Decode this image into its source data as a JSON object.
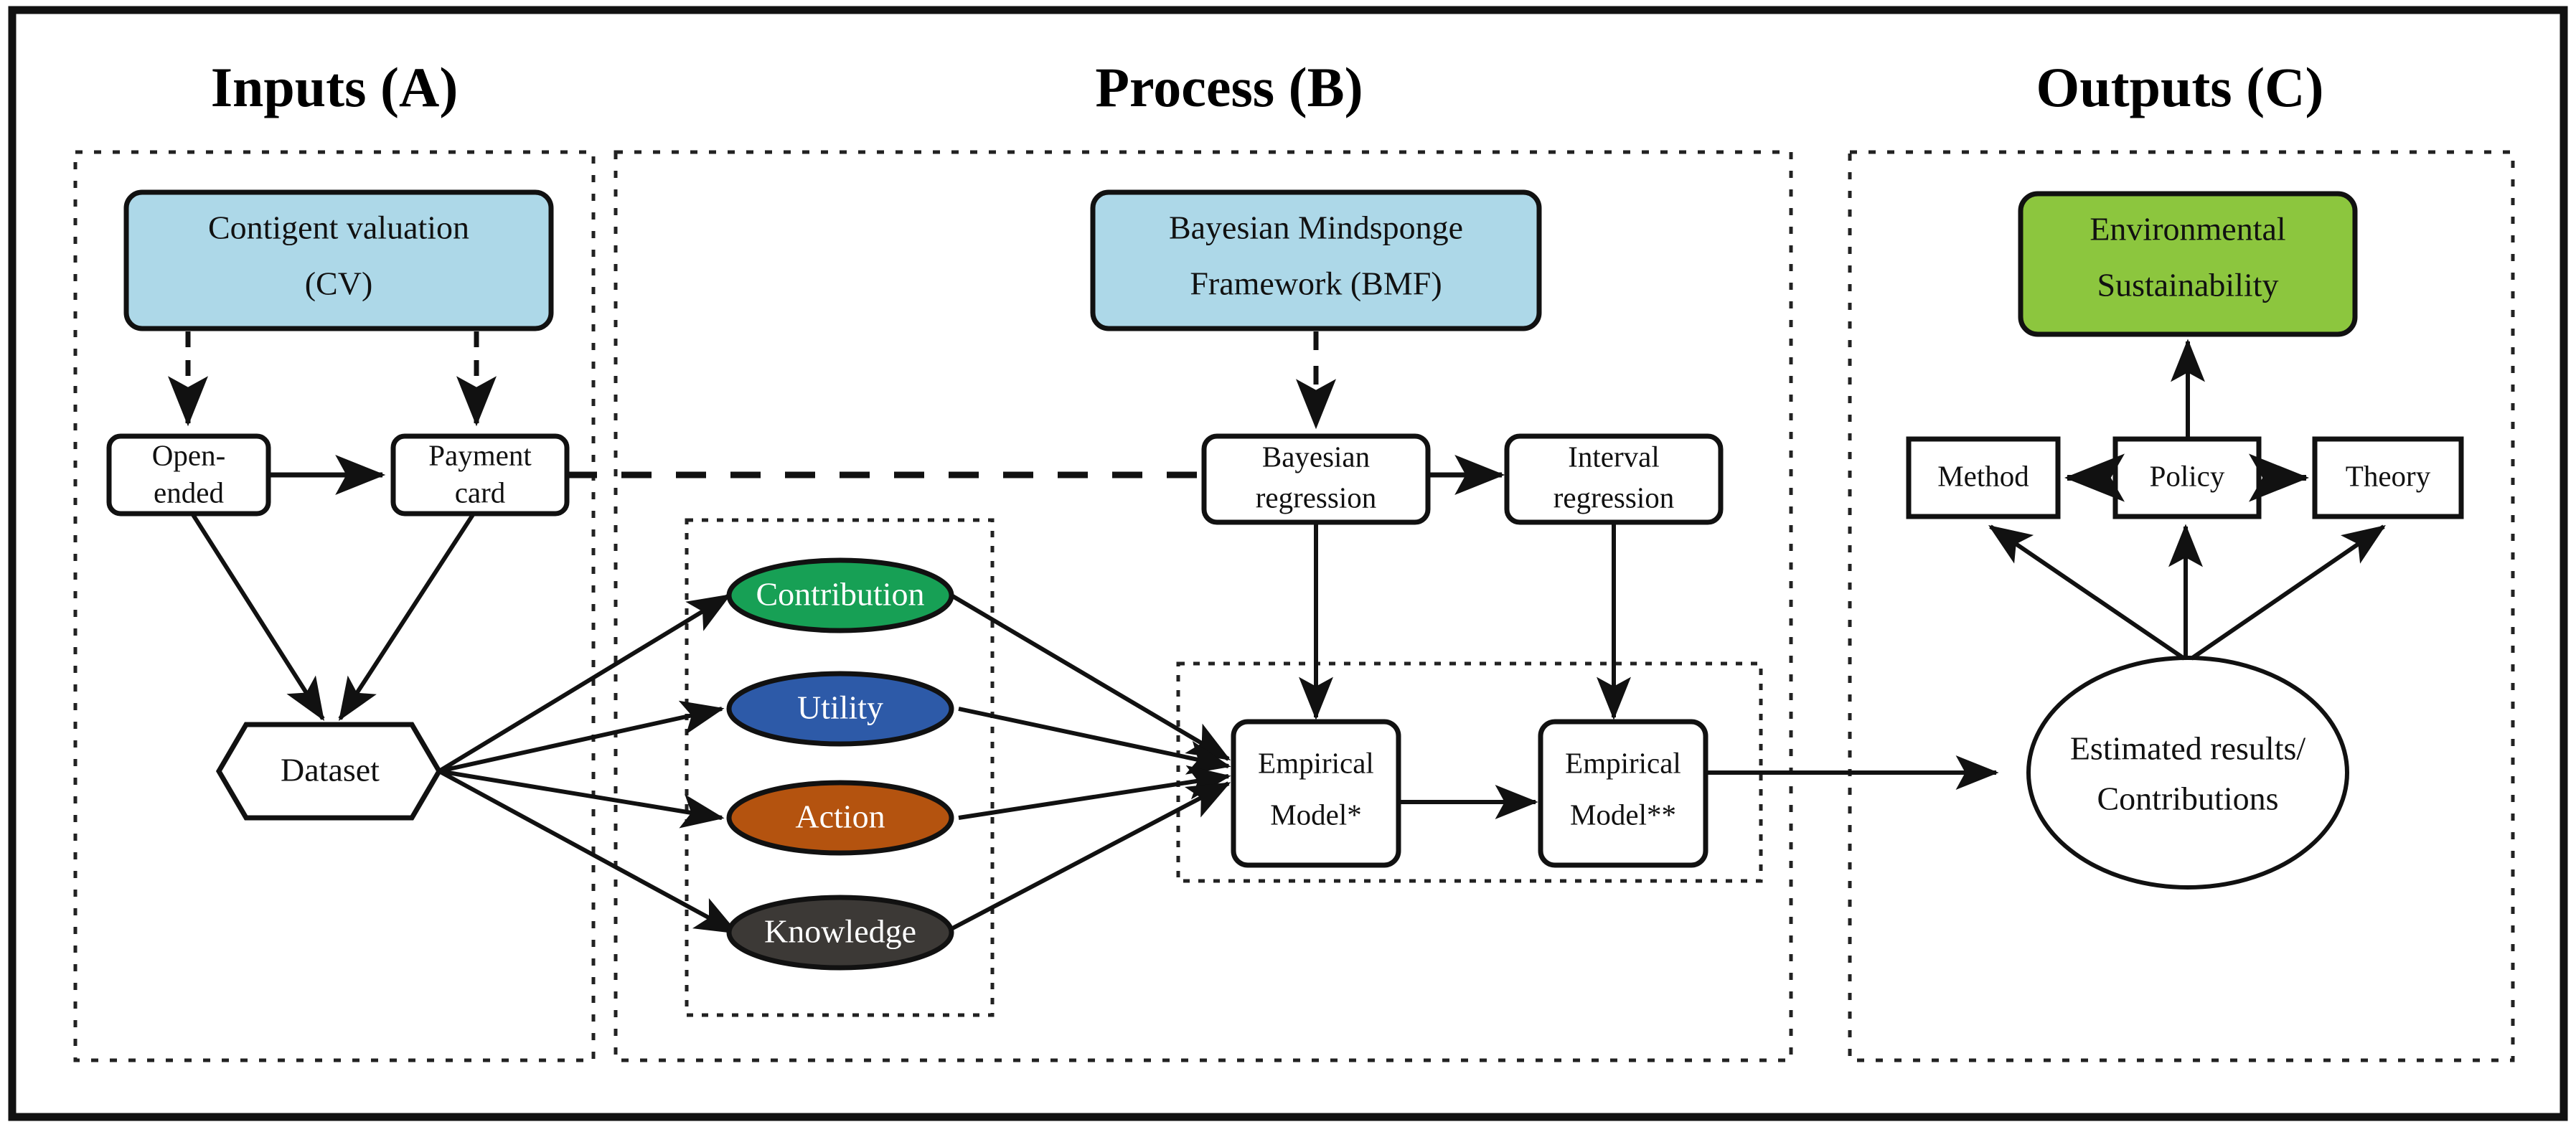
{
  "figure": {
    "kind": "flow-diagram",
    "title_absent": true
  },
  "sections": [
    {
      "id": "inputs",
      "title": "Inputs (A)"
    },
    {
      "id": "process",
      "title": "Process (B)"
    },
    {
      "id": "outputs",
      "title": "Outputs (C)"
    }
  ],
  "nodes": {
    "cv": {
      "label_line1": "Contigent valuation",
      "label_line2": "(CV)",
      "fill": "#add8e8",
      "shape": "rounded-rect"
    },
    "open_ended": {
      "label_line1": "Open-",
      "label_line2": "ended",
      "fill": "#ffffff",
      "shape": "rounded-rect"
    },
    "payment_card": {
      "label_line1": "Payment",
      "label_line2": "card",
      "fill": "#ffffff",
      "shape": "rounded-rect"
    },
    "dataset": {
      "label_line1": "Dataset",
      "label_line2": "",
      "fill": "#ffffff",
      "shape": "hexagon"
    },
    "contribution": {
      "label_line1": "Contribution",
      "label_line2": "",
      "fill": "#17a055",
      "shape": "ellipse",
      "text_color": "#ffffff"
    },
    "utility": {
      "label_line1": "Utility",
      "label_line2": "",
      "fill": "#2d5aa8",
      "shape": "ellipse",
      "text_color": "#ffffff"
    },
    "action": {
      "label_line1": "Action",
      "label_line2": "",
      "fill": "#b4530f",
      "shape": "ellipse",
      "text_color": "#ffffff"
    },
    "knowledge": {
      "label_line1": "Knowledge",
      "label_line2": "",
      "fill": "#3c3936",
      "shape": "ellipse",
      "text_color": "#ffffff"
    },
    "bmf": {
      "label_line1": "Bayesian Mindsponge",
      "label_line2": "Framework (BMF)",
      "fill": "#add8e8",
      "shape": "rounded-rect"
    },
    "bayes_reg": {
      "label_line1": "Bayesian",
      "label_line2": "regression",
      "fill": "#ffffff",
      "shape": "rounded-rect"
    },
    "interval_reg": {
      "label_line1": "Interval",
      "label_line2": "regression",
      "fill": "#ffffff",
      "shape": "rounded-rect"
    },
    "emp_model_1": {
      "label_line1": "Empirical",
      "label_line2": "Model*",
      "fill": "#ffffff",
      "shape": "rounded-rect"
    },
    "emp_model_2": {
      "label_line1": "Empirical",
      "label_line2": "Model**",
      "fill": "#ffffff",
      "shape": "rounded-rect"
    },
    "env_sust": {
      "label_line1": "Environmental",
      "label_line2": "Sustainability",
      "fill": "#8cc63e",
      "shape": "rounded-rect"
    },
    "method": {
      "label_line1": "Method",
      "label_line2": "",
      "fill": "#ffffff",
      "shape": "rect"
    },
    "policy": {
      "label_line1": "Policy",
      "label_line2": "",
      "fill": "#ffffff",
      "shape": "rect"
    },
    "theory": {
      "label_line1": "Theory",
      "label_line2": "",
      "fill": "#ffffff",
      "shape": "rect"
    },
    "estimated": {
      "label_line1": "Estimated results/",
      "label_line2": "Contributions",
      "fill": "#ffffff",
      "shape": "ellipse",
      "text_color": "#111111"
    }
  },
  "colors": {
    "light_blue": "#add8e8",
    "green_output": "#8cc63e",
    "ellipse_green": "#17a055",
    "ellipse_blue": "#2d5aa8",
    "ellipse_orange": "#b4530f",
    "ellipse_dark": "#3c3936",
    "stroke": "#111111",
    "background": "#ffffff"
  },
  "edges": [
    {
      "from": "cv",
      "to": "open_ended",
      "style": "dashed",
      "arrow": true
    },
    {
      "from": "cv",
      "to": "payment_card",
      "style": "dashed",
      "arrow": true
    },
    {
      "from": "open_ended",
      "to": "payment_card",
      "style": "solid",
      "arrow": true
    },
    {
      "from": "open_ended",
      "to": "dataset",
      "style": "solid",
      "arrow": true
    },
    {
      "from": "payment_card",
      "to": "dataset",
      "style": "solid",
      "arrow": true
    },
    {
      "from": "dataset",
      "to": "contribution",
      "style": "solid",
      "arrow": true
    },
    {
      "from": "dataset",
      "to": "utility",
      "style": "solid",
      "arrow": true
    },
    {
      "from": "dataset",
      "to": "action",
      "style": "solid",
      "arrow": true
    },
    {
      "from": "dataset",
      "to": "knowledge",
      "style": "solid",
      "arrow": true
    },
    {
      "from": "contribution",
      "to": "emp_model_1",
      "style": "solid",
      "arrow": true
    },
    {
      "from": "utility",
      "to": "emp_model_1",
      "style": "solid",
      "arrow": true
    },
    {
      "from": "action",
      "to": "emp_model_1",
      "style": "solid",
      "arrow": true
    },
    {
      "from": "knowledge",
      "to": "emp_model_1",
      "style": "solid",
      "arrow": true
    },
    {
      "from": "bmf",
      "to": "bayes_reg",
      "style": "dashed",
      "arrow": true
    },
    {
      "from": "bayes_reg",
      "to": "interval_reg",
      "style": "solid",
      "arrow": true
    },
    {
      "from": "bayes_reg",
      "to": "emp_model_1",
      "style": "solid",
      "arrow": true
    },
    {
      "from": "interval_reg",
      "to": "emp_model_2",
      "style": "solid",
      "arrow": true
    },
    {
      "from": "emp_model_1",
      "to": "emp_model_2",
      "style": "solid",
      "arrow": true
    },
    {
      "from": "emp_model_2",
      "to": "estimated",
      "style": "solid",
      "arrow": true
    },
    {
      "from": "estimated",
      "to": "method",
      "style": "solid",
      "arrow": true
    },
    {
      "from": "estimated",
      "to": "policy",
      "style": "solid",
      "arrow": true
    },
    {
      "from": "estimated",
      "to": "theory",
      "style": "solid",
      "arrow": true
    },
    {
      "from": "policy",
      "to": "method",
      "style": "solid",
      "arrow": true
    },
    {
      "from": "policy",
      "to": "theory",
      "style": "solid",
      "arrow": true
    },
    {
      "from": "policy",
      "to": "env_sust",
      "style": "solid",
      "arrow": true
    },
    {
      "from": "payment_card",
      "to": "bayes_reg",
      "style": "dashed-long",
      "arrow": false
    }
  ]
}
